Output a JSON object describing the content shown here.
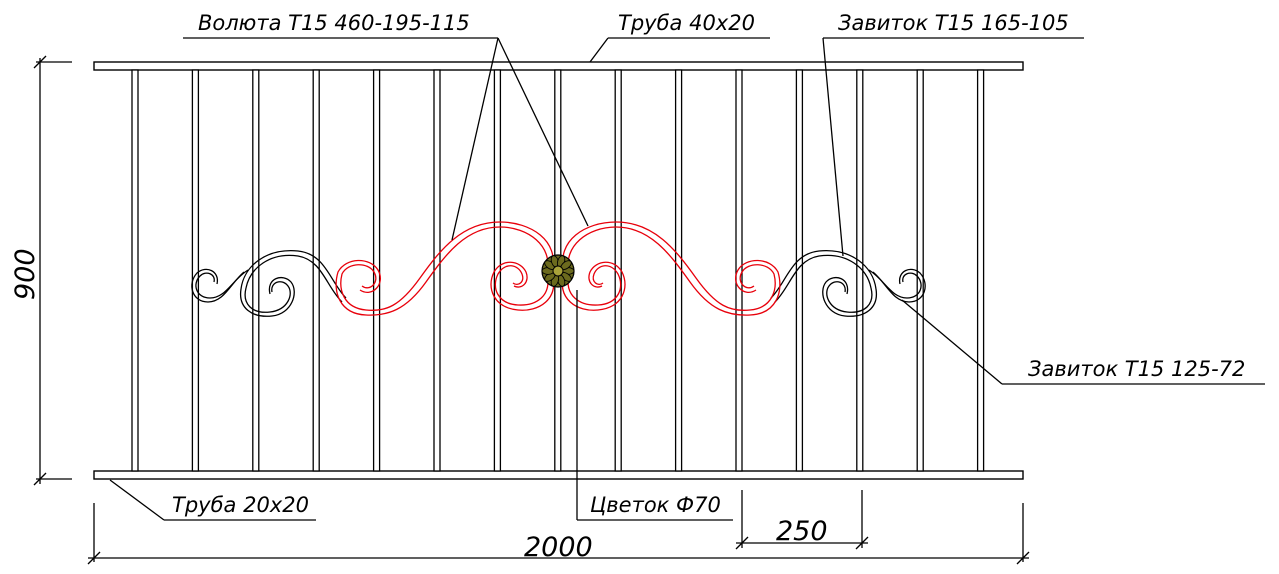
{
  "labels": {
    "volute": "Волюта Т15 460-195-115",
    "top_pipe": "Труба 40х20",
    "curl_large": "Завиток Т15 165-105",
    "curl_small": "Завиток Т15 125-72",
    "bottom_pipe": "Труба 20х20",
    "flower": "Цветок Ф70"
  },
  "dimensions": {
    "height": "900",
    "width": "2000",
    "bar_spacing": "250"
  },
  "colors": {
    "volute_color": "#e8000b",
    "curl_color": "#000000",
    "flower_color": "#6b6a1e"
  }
}
